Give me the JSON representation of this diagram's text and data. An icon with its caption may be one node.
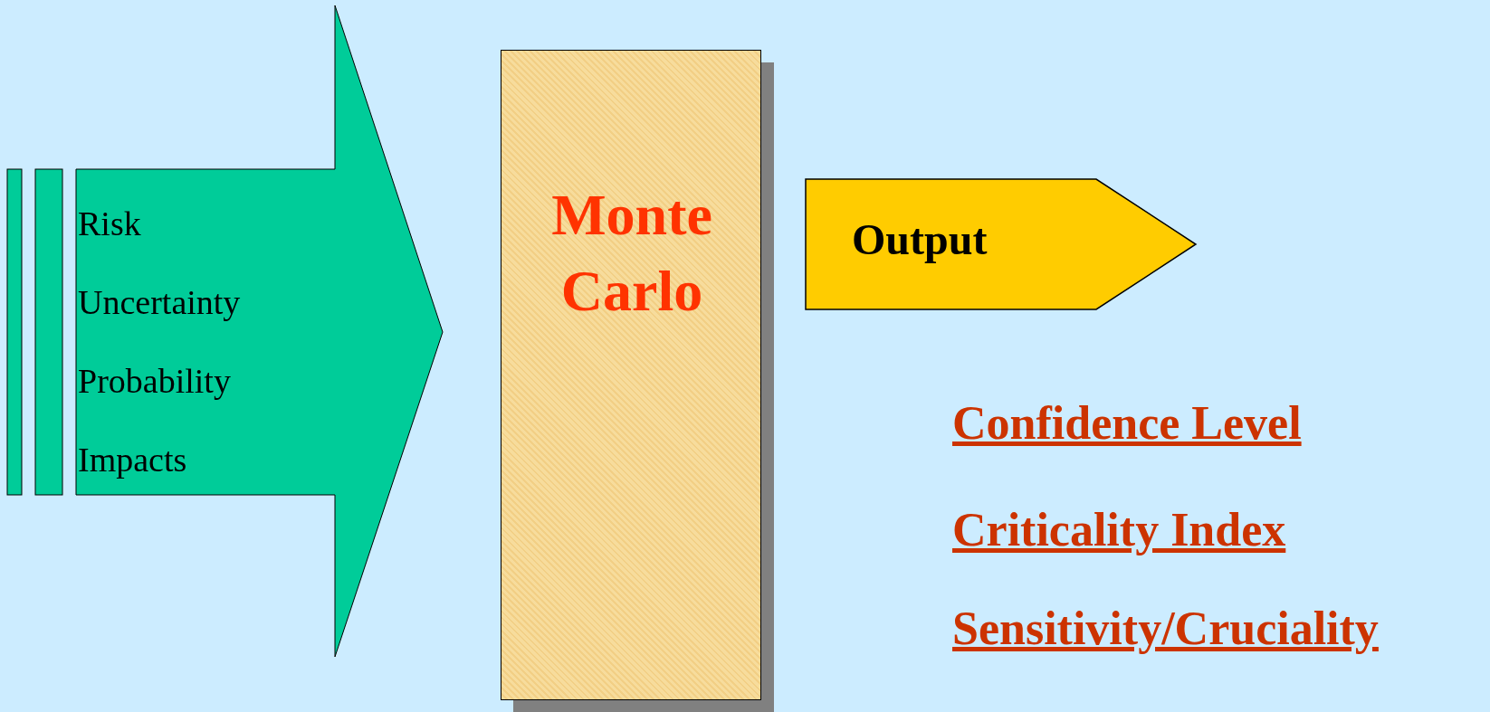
{
  "diagram": {
    "nodes": [
      {
        "text": [
          "Risk",
          "Uncertainty",
          "Probability",
          "Impacts"
        ]
      },
      {
        "text": [
          "Monte Carlo"
        ]
      },
      {
        "text": [
          "Output"
        ]
      }
    ],
    "edges": [],
    "labels": [
      "Confidence Level",
      "Criticality Index",
      "Sensitivity/Cruciality"
    ]
  }
}
